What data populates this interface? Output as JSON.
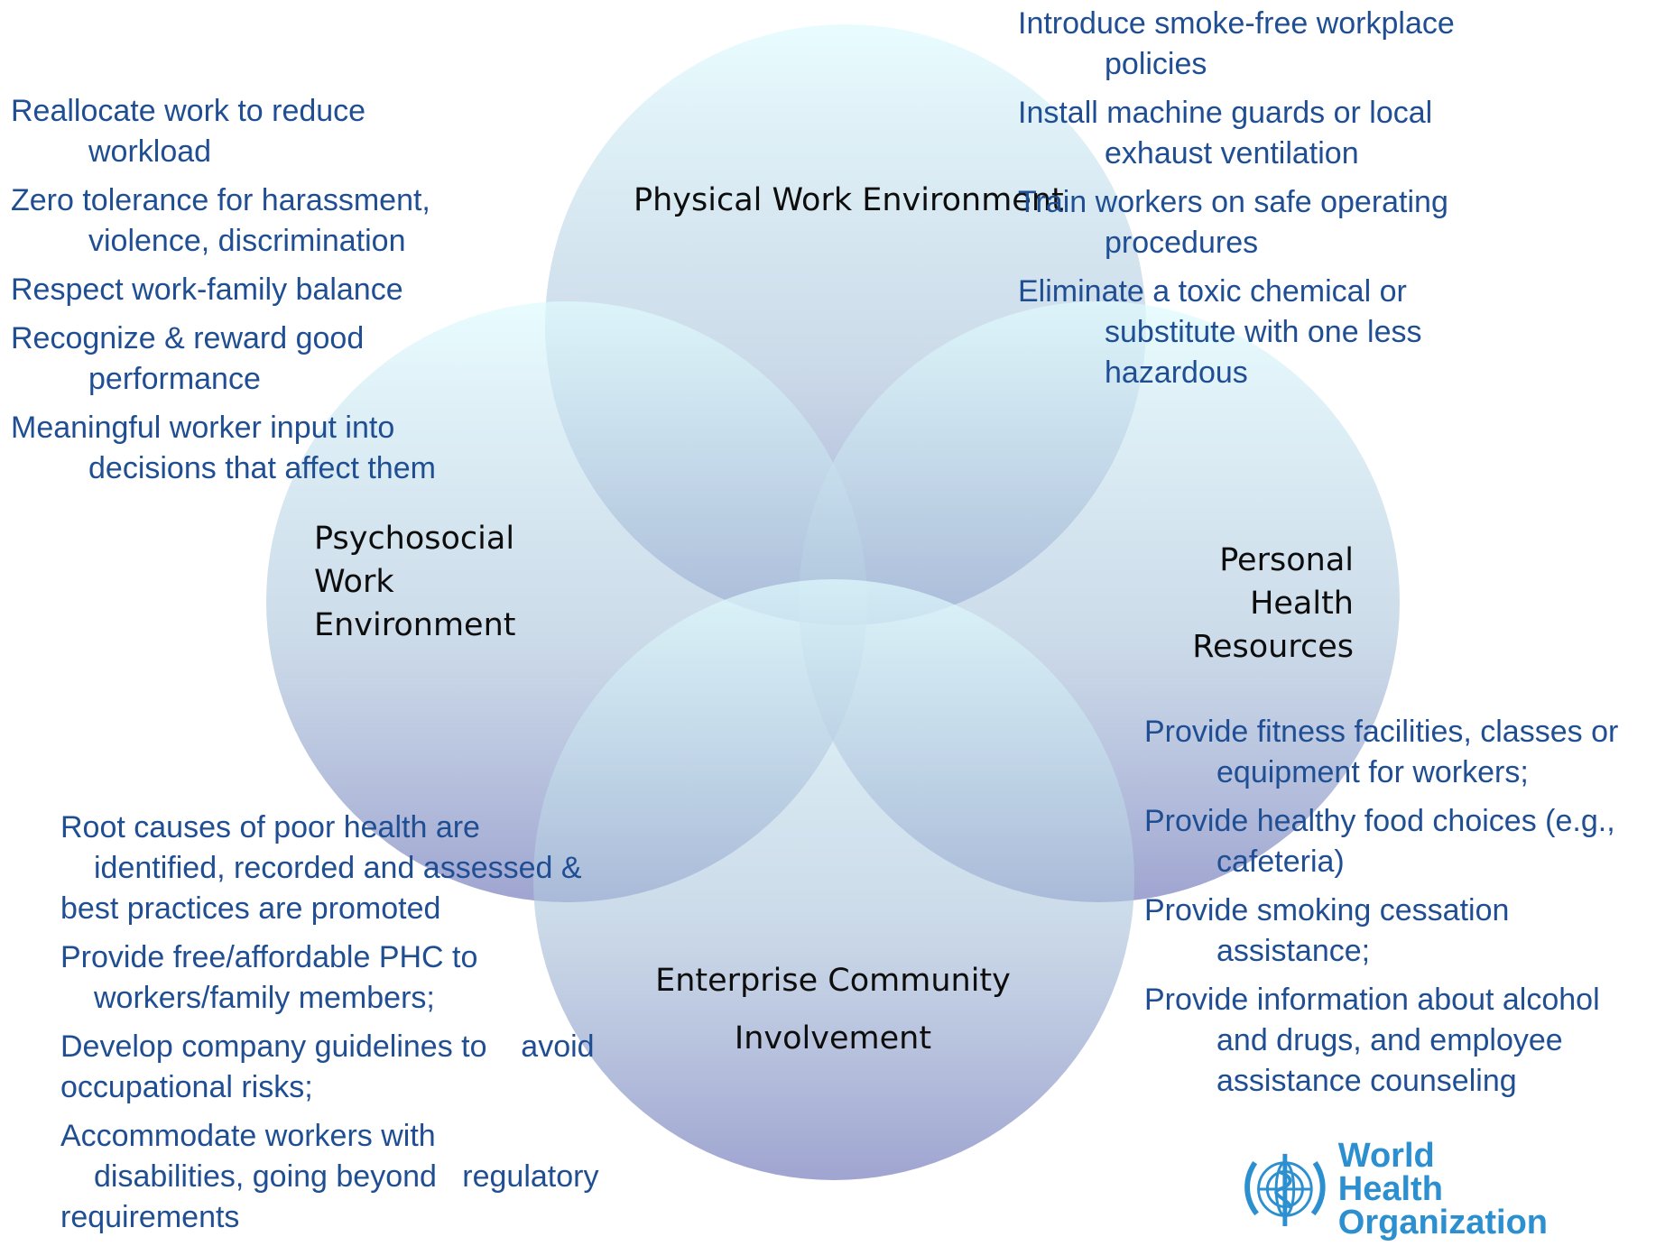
{
  "circles": {
    "physical": {
      "label": "Physical Work Environment"
    },
    "psychosocial": {
      "label_lines": [
        "Psychosocial",
        "Work",
        "Environment"
      ]
    },
    "personal": {
      "label_lines": [
        "Personal",
        "Health",
        "Resources"
      ]
    },
    "community": {
      "label_lines": [
        "Enterprise Community",
        "Involvement"
      ]
    }
  },
  "lists": {
    "psychosocial": [
      [
        "Reallocate work to reduce",
        "workload"
      ],
      [
        "Zero tolerance for harassment,",
        "violence, discrimination"
      ],
      [
        "Respect work-family balance"
      ],
      [
        "Recognize & reward good",
        "performance"
      ],
      [
        "Meaningful worker input into",
        "decisions that affect them"
      ]
    ],
    "physical": [
      [
        "Introduce smoke-free workplace",
        "policies"
      ],
      [
        "Install machine guards or local",
        "exhaust ventilation"
      ],
      [
        "Train workers on safe operating",
        "procedures"
      ],
      [
        "Eliminate a toxic chemical or",
        "substitute with one less",
        "hazardous"
      ]
    ],
    "personal": [
      [
        "Provide fitness facilities, classes or",
        "equipment for workers;"
      ],
      [
        "Provide healthy food choices (e.g.,",
        "cafeteria)"
      ],
      [
        "Provide smoking cessation",
        "assistance;"
      ],
      [
        "Provide information about alcohol",
        "and drugs, and employee",
        "assistance counseling"
      ]
    ],
    "community": [
      [
        "Root causes of poor health are",
        "identified, recorded and  assessed &",
        "best practices are promoted"
      ],
      [
        "Provide free/affordable PHC to",
        "workers/family members;"
      ],
      [
        "Develop company guidelines to    avoid",
        "occupational risks;"
      ],
      [
        "Accommodate workers with",
        "disabilities, going beyond   regulatory",
        "requirements"
      ]
    ]
  },
  "logo": {
    "line1": "World Health",
    "line2": "Organization"
  },
  "colors": {
    "circle_top": "#e0fbfe",
    "circle_bottom": "#8e94c8",
    "list_text": "#1f4e93",
    "label_text": "#0d0d0d",
    "logo": "#2b8fd0"
  }
}
